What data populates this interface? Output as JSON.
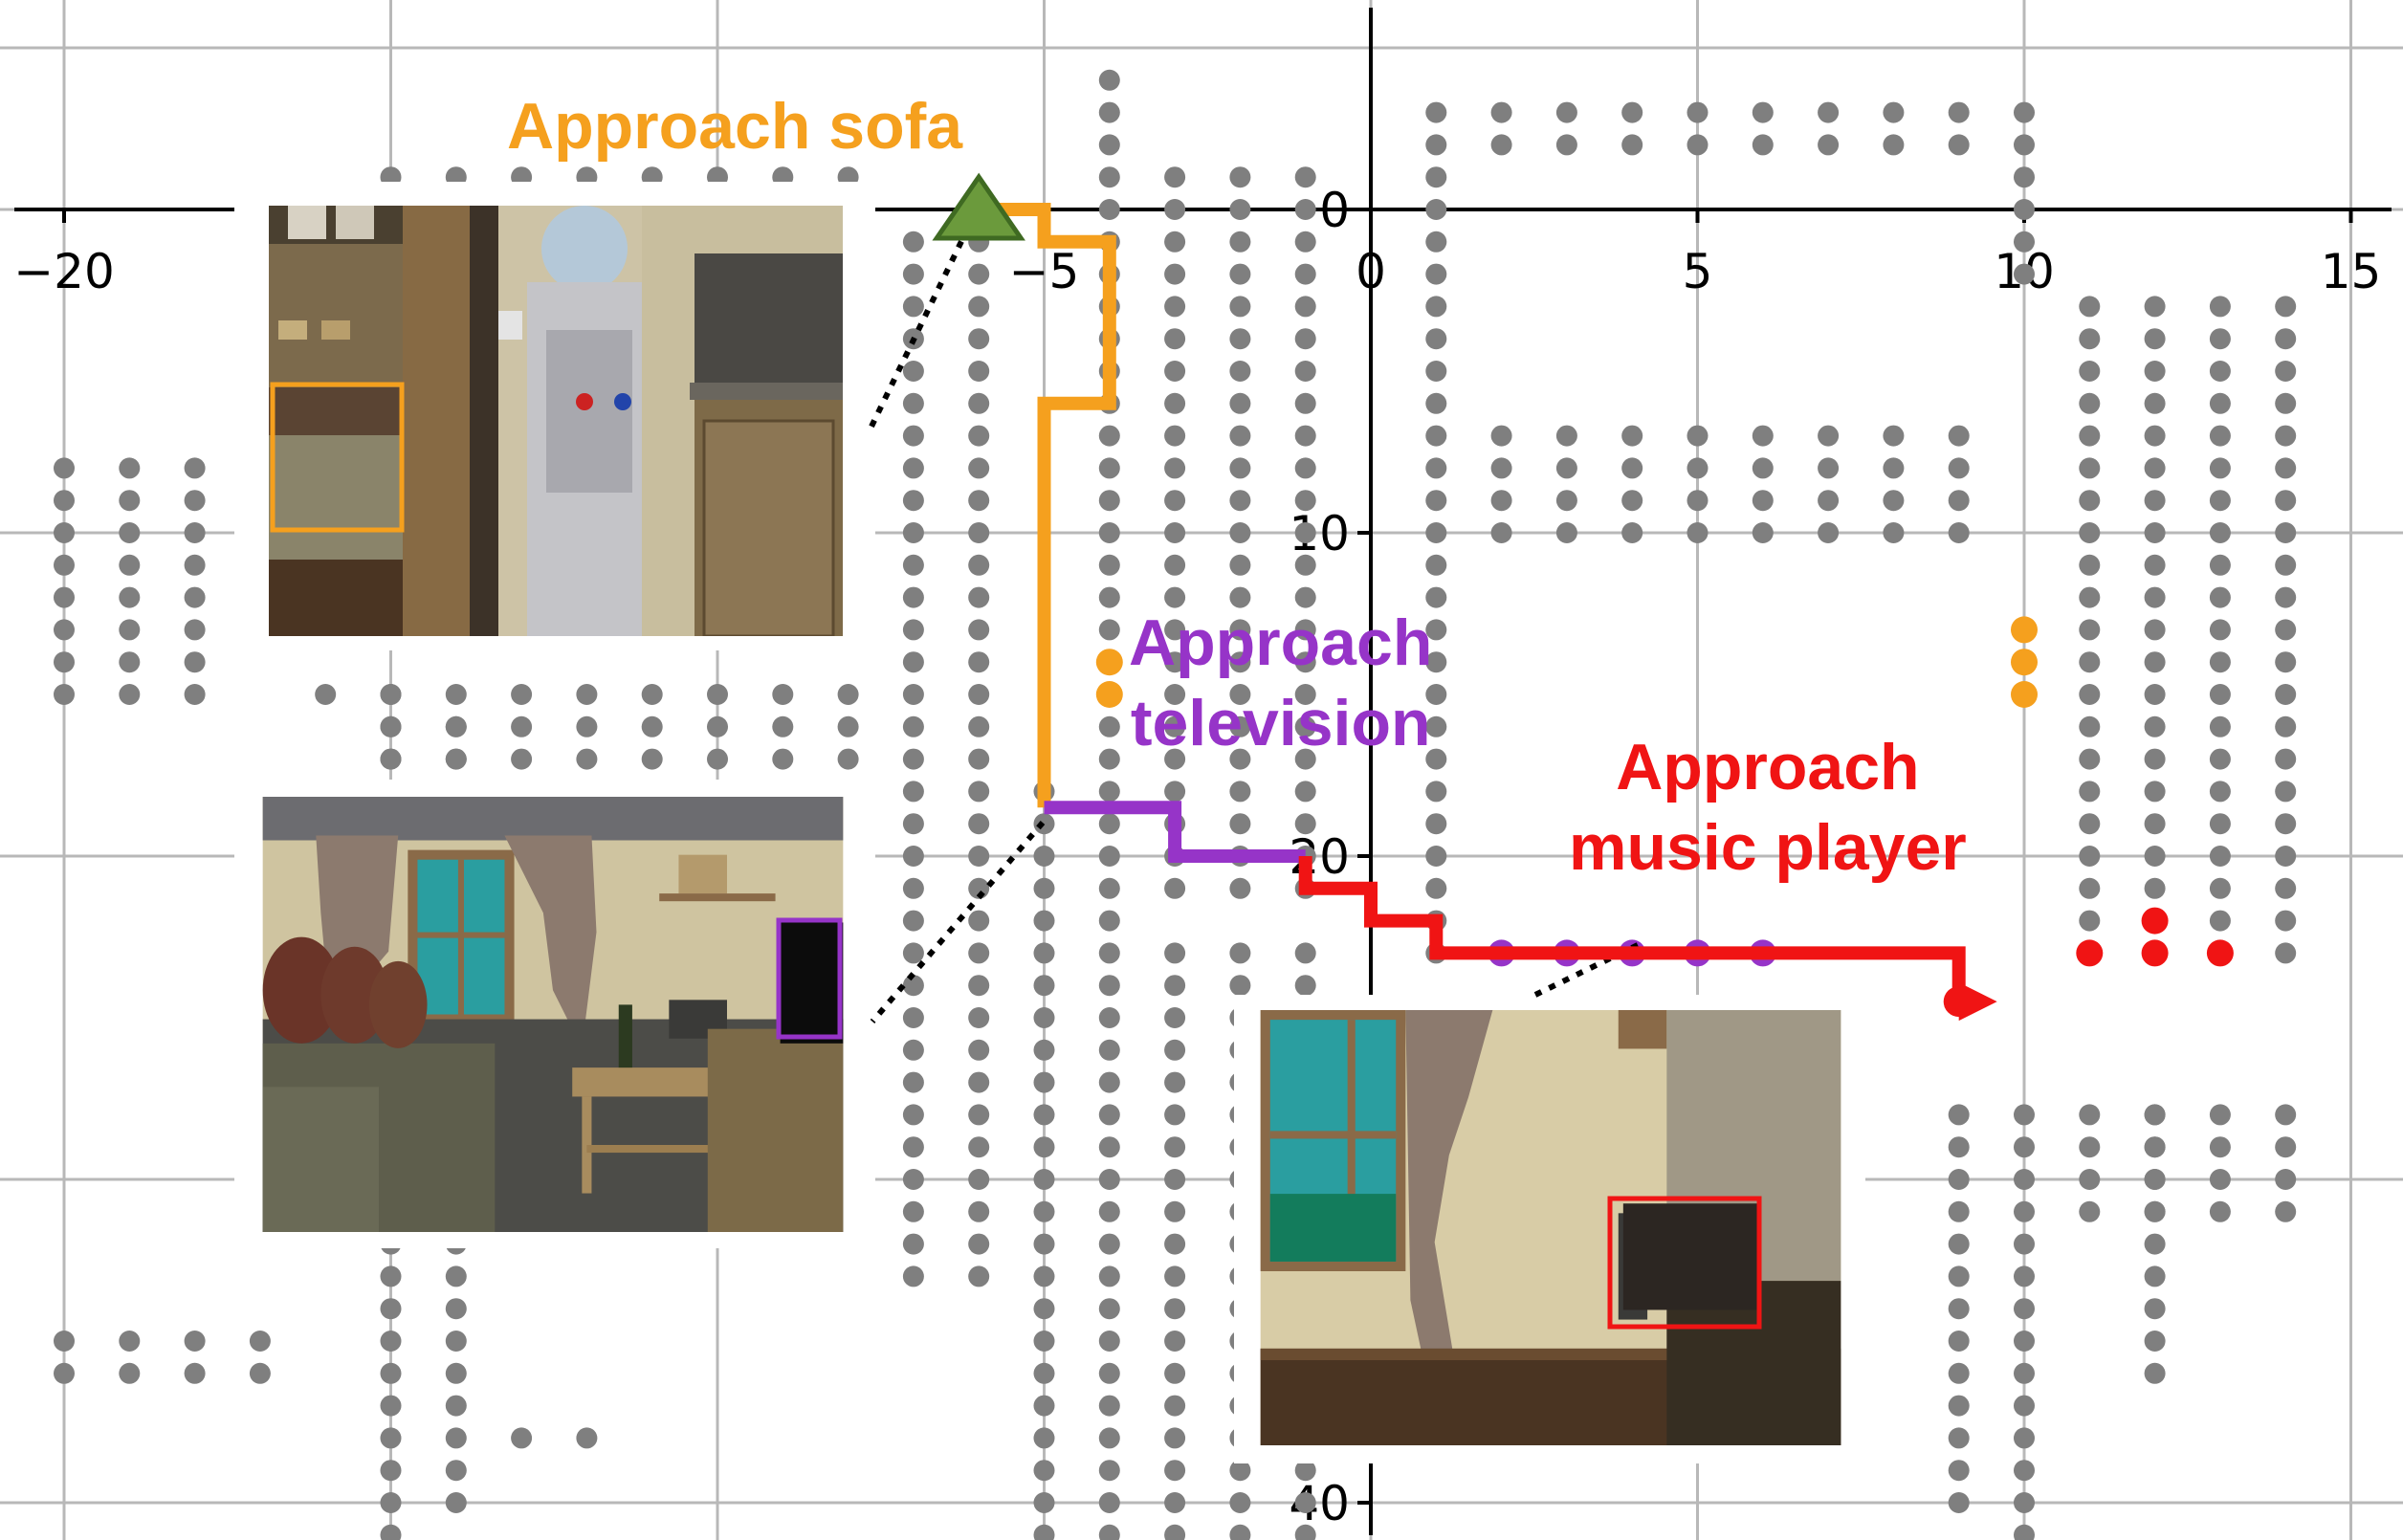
{
  "chart_data": {
    "type": "scatter",
    "x_ticks": [
      "−20",
      "−5",
      "0",
      "5",
      "10",
      "15"
    ],
    "y_ticks": [
      "0",
      "10",
      "20",
      "40"
    ],
    "grid": true,
    "colors": {
      "grid_dot": "#7f7f7f",
      "sofa": "#f5a01e",
      "television": "#9634c8",
      "music_player": "#f01414",
      "start_marker": "#6b9a3c"
    },
    "start_point": {
      "x": -6,
      "y": 0
    },
    "paths": [
      {
        "name": "sofa",
        "points": [
          [
            -6,
            0
          ],
          [
            -5,
            0
          ],
          [
            -5,
            1
          ],
          [
            -4,
            1
          ],
          [
            -4,
            6
          ],
          [
            -5,
            6
          ],
          [
            -5,
            18.5
          ]
        ]
      },
      {
        "name": "television",
        "points": [
          [
            -5,
            18.5
          ],
          [
            -3,
            18.5
          ],
          [
            -3,
            20
          ],
          [
            -1,
            20
          ]
        ]
      },
      {
        "name": "music_player",
        "points": [
          [
            -1,
            20
          ],
          [
            -1,
            21
          ],
          [
            0,
            21
          ],
          [
            0,
            22
          ],
          [
            1,
            22
          ],
          [
            1,
            23
          ],
          [
            9,
            23
          ],
          [
            9,
            24.5
          ]
        ]
      }
    ],
    "goal_marker": {
      "x": 9,
      "y": 24.5
    },
    "highlight_points": [
      {
        "group": "sofa",
        "x": -4,
        "y": 14
      },
      {
        "group": "sofa",
        "x": -4,
        "y": 15
      },
      {
        "group": "sofa",
        "x": 10,
        "y": 13
      },
      {
        "group": "sofa",
        "x": 10,
        "y": 14
      },
      {
        "group": "sofa",
        "x": 10,
        "y": 15
      },
      {
        "group": "television",
        "x": 2,
        "y": 23
      },
      {
        "group": "television",
        "x": 3,
        "y": 23
      },
      {
        "group": "television",
        "x": 4,
        "y": 23
      },
      {
        "group": "television",
        "x": 5,
        "y": 23
      },
      {
        "group": "television",
        "x": 6,
        "y": 23
      },
      {
        "group": "music_player",
        "x": 11,
        "y": 23
      },
      {
        "group": "music_player",
        "x": 12,
        "y": 22
      },
      {
        "group": "music_player",
        "x": 12,
        "y": 23
      },
      {
        "group": "music_player",
        "x": 13,
        "y": 23
      }
    ],
    "walkable_regions": [
      {
        "x": [
          -20,
          -18
        ],
        "y": [
          8,
          15
        ]
      },
      {
        "x": [
          -20,
          -17
        ],
        "y": [
          35,
          36
        ]
      },
      {
        "x": [
          -16,
          -15
        ],
        "y": [
          15,
          15
        ]
      },
      {
        "x": [
          -15,
          -8
        ],
        "y": [
          -1,
          4
        ]
      },
      {
        "x": [
          -15,
          -8
        ],
        "y": [
          15,
          17
        ]
      },
      {
        "x": [
          -15,
          -15
        ],
        "y": [
          16,
          41
        ]
      },
      {
        "x": [
          -14,
          -14
        ],
        "y": [
          16,
          40
        ]
      },
      {
        "x": [
          -13,
          -12
        ],
        "y": [
          38,
          38
        ]
      },
      {
        "x": [
          -7,
          -6
        ],
        "y": [
          1,
          33
        ]
      },
      {
        "x": [
          -5,
          -5
        ],
        "y": [
          18,
          41
        ]
      },
      {
        "x": [
          -4,
          -4
        ],
        "y": [
          -4,
          41
        ]
      },
      {
        "x": [
          -3,
          -1
        ],
        "y": [
          -1,
          21
        ]
      },
      {
        "x": [
          -3,
          -1
        ],
        "y": [
          23,
          41
        ]
      },
      {
        "x": [
          1,
          1
        ],
        "y": [
          -3,
          23
        ]
      },
      {
        "x": [
          2,
          9
        ],
        "y": [
          -3,
          -2
        ]
      },
      {
        "x": [
          2,
          9
        ],
        "y": [
          7,
          10
        ]
      },
      {
        "x": [
          10,
          10
        ],
        "y": [
          -3,
          2
        ]
      },
      {
        "x": [
          9,
          9
        ],
        "y": [
          28,
          40
        ]
      },
      {
        "x": [
          10,
          10
        ],
        "y": [
          28,
          41
        ]
      },
      {
        "x": [
          11,
          14
        ],
        "y": [
          3,
          23
        ]
      },
      {
        "x": [
          11,
          14
        ],
        "y": [
          28,
          31
        ]
      },
      {
        "x": [
          12,
          12
        ],
        "y": [
          28,
          36
        ]
      }
    ]
  },
  "labels": {
    "sofa": "Approach sofa",
    "television_line1": "Approach",
    "television_line2": "television",
    "music_line1": "Approach",
    "music_line2": "music player"
  },
  "views": {
    "sofa": {
      "box_color": "#f5a01e"
    },
    "television": {
      "box_color": "#9634c8"
    },
    "music_player": {
      "box_color": "#f01414"
    }
  }
}
